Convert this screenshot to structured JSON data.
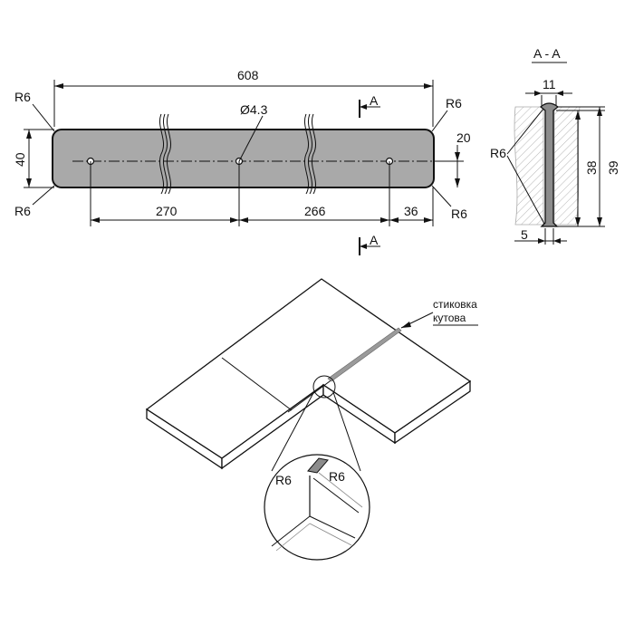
{
  "plan": {
    "overall_length": "608",
    "height": "40",
    "hole_dia": "Ø4.3",
    "gap_a": "270",
    "gap_b": "266",
    "end_offset": "36",
    "center_offset": "20",
    "radius_label": "R6",
    "section_mark": "A"
  },
  "section": {
    "title": "A - A",
    "top_width": "11",
    "bottom_width": "5",
    "height_a": "38",
    "height_b": "39",
    "radius_label": "R6"
  },
  "iso": {
    "callout_line1": "стиковка",
    "callout_line2": "кутова",
    "detail_r_left": "R6",
    "detail_r_right": "R6"
  },
  "colors": {
    "bar_fill": "#a9a9a9",
    "profile_fill": "#8c8c8c",
    "line": "#111111"
  }
}
